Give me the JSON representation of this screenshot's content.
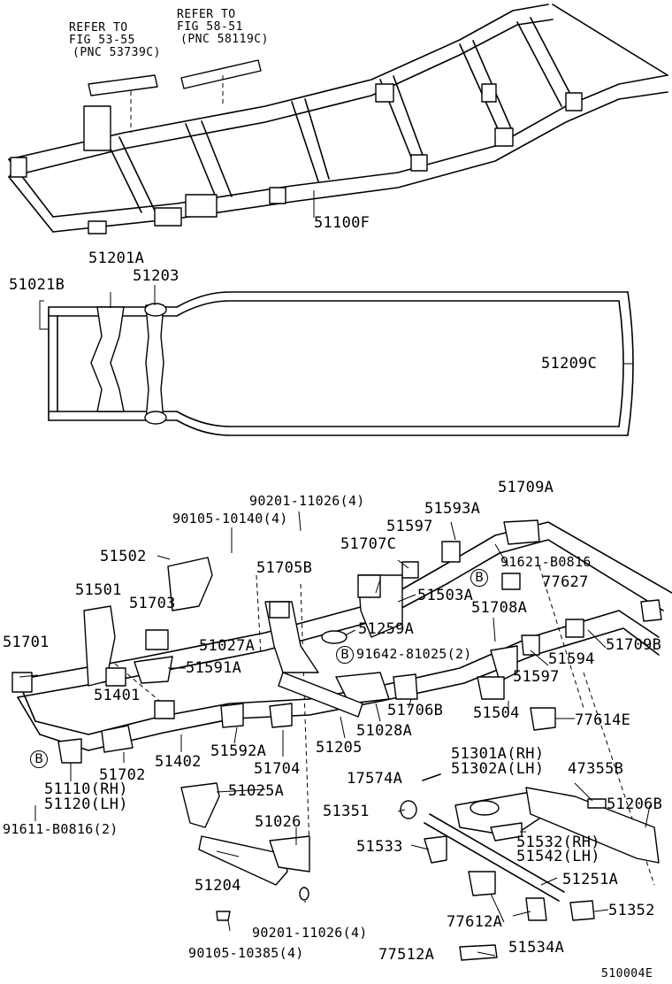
{
  "header": {
    "refer1": [
      "REFER TO",
      "FIG 53-55",
      "(PNC 53739C)"
    ],
    "refer2": [
      "REFER TO",
      "FIG 58-51",
      "(PNC 58119C)"
    ]
  },
  "callouts": {
    "frame": "51100F",
    "c51201A": "51201A",
    "c51203": "51203",
    "c51021B": "51021B",
    "c51209C": "51209C",
    "c90201_top": "90201-11026(4)",
    "c90105_top": "90105-10140(4)",
    "c51709A": "51709A",
    "c51593A": "51593A",
    "c51597a": "51597",
    "c51502": "51502",
    "c51707C": "51707C",
    "c91621": "91621-B0816",
    "c77627": "77627",
    "c51705B": "51705B",
    "c51503A": "51503A",
    "c51708A": "51708A",
    "c51501": "51501",
    "c51703": "51703",
    "c51259A": "51259A",
    "c51027A": "51027A",
    "c91642": "91642-81025(2)",
    "c51709B": "51709B",
    "c51701": "51701",
    "c51591A": "51591A",
    "c51594": "51594",
    "c51597b": "51597",
    "c51401": "51401",
    "c51706B": "51706B",
    "c51504": "51504",
    "c77614E": "77614E",
    "c51028A": "51028A",
    "c51592A": "51592A",
    "c51205": "51205",
    "c51402": "51402",
    "c51704": "51704",
    "c51702": "51702",
    "c51301A": "51301A(RH)",
    "c51302A": "51302A(LH)",
    "c47355B": "47355B",
    "c17574A": "17574A",
    "c51110": "51110(RH)",
    "c51120": "51120(LH)",
    "c51025A": "51025A",
    "c51206B": "51206B",
    "c91611": "91611-B0816(2)",
    "c51351": "51351",
    "c51026": "51026",
    "c51532": "51532(RH)",
    "c51542": "51542(LH)",
    "c51533": "51533",
    "c51204": "51204",
    "c51251A": "51251A",
    "c77612A": "77612A",
    "c51352": "51352",
    "c90201_bot": "90201-11026(4)",
    "c90105_bot": "90105-10385(4)",
    "c77512A": "77512A",
    "c51534A": "51534A",
    "figure_id": "510004E"
  },
  "badges": {
    "b1": "B",
    "b2": "B",
    "b3": "B"
  }
}
